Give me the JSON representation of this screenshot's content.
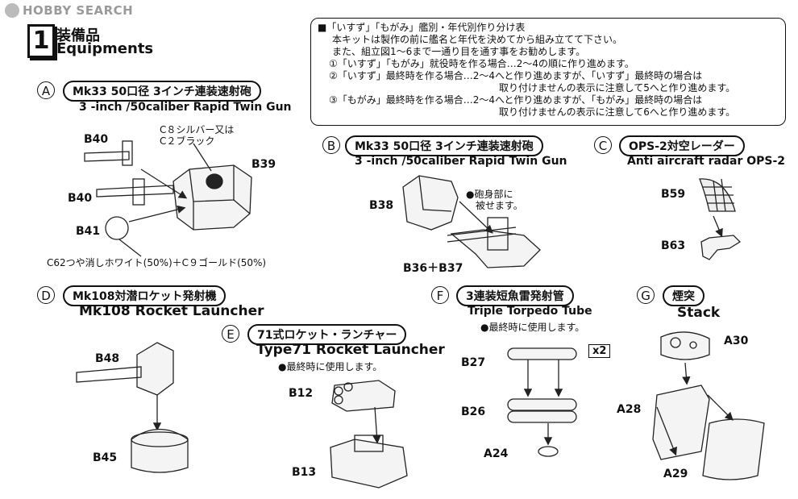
{
  "watermark": "HOBBY SEARCH",
  "step": {
    "number": "1",
    "title_jp": "装備品",
    "title_en": "Equipments"
  },
  "note": {
    "header": "■「いすず」「もがみ」艦別・年代別作り分け表",
    "lines": [
      "本キットは製作の前に艦名と年代を決めてから組み立てて下さい。",
      "また、組立図1〜6まで一通り目を通す事をお勧めします。",
      "①「いすず」「もがみ」就役時を作る場合…2〜4の順に作り進めます。",
      "②「いすず」最終時を作る場合…2〜4へと作り進めますが、「いすず」最終時の場合は",
      "取り付けませんの表示に注意して5へと作り進めます。",
      "③「もがみ」最終時を作る場合…2〜4へと作り進めますが、「もがみ」最終時の場合は",
      "取り付けませんの表示に注意して6へと作り進めます。"
    ]
  },
  "sections": {
    "A": {
      "letter": "A",
      "title_jp": "Mk33 50口径 3インチ連装速射砲",
      "title_en": "3 -inch /50caliber Rapid Twin Gun",
      "parts": [
        "B40",
        "B40",
        "B41",
        "B39"
      ],
      "color_note1": "C８シルバー又は",
      "color_note2": "C２ブラック",
      "color_note3": "C62つや消しホワイト(50%)＋C９ゴールド(50%)"
    },
    "B": {
      "letter": "B",
      "title_jp": "Mk33 50口径 3インチ連装速射砲",
      "title_en": "3 -inch /50caliber Rapid Twin Gun",
      "parts": [
        "B38",
        "B36＋B37"
      ],
      "note1": "●砲身部に",
      "note2": "被せます。"
    },
    "C": {
      "letter": "C",
      "title_jp": "OPS-2対空レーダー",
      "title_en": "Anti aircraft radar OPS-2",
      "parts": [
        "B59",
        "B63"
      ]
    },
    "D": {
      "letter": "D",
      "title_jp": "Mk108対潜ロケット発射機",
      "title_en": "Mk108 Rocket Launcher",
      "parts": [
        "B48",
        "B45"
      ]
    },
    "E": {
      "letter": "E",
      "title_jp": "71式ロケット・ランチャー",
      "title_en": "Type71 Rocket Launcher",
      "note": "●最終時に使用します。",
      "parts": [
        "B12",
        "B13"
      ]
    },
    "F": {
      "letter": "F",
      "title_jp": "3連装短魚雷発射管",
      "title_en": "Triple Torpedo Tube",
      "note": "●最終時に使用します。",
      "multiplier": "x2",
      "parts": [
        "B27",
        "B26",
        "A24"
      ]
    },
    "G": {
      "letter": "G",
      "title_jp": "煙突",
      "title_en": "Stack",
      "parts": [
        "A30",
        "A28",
        "A29"
      ]
    }
  }
}
